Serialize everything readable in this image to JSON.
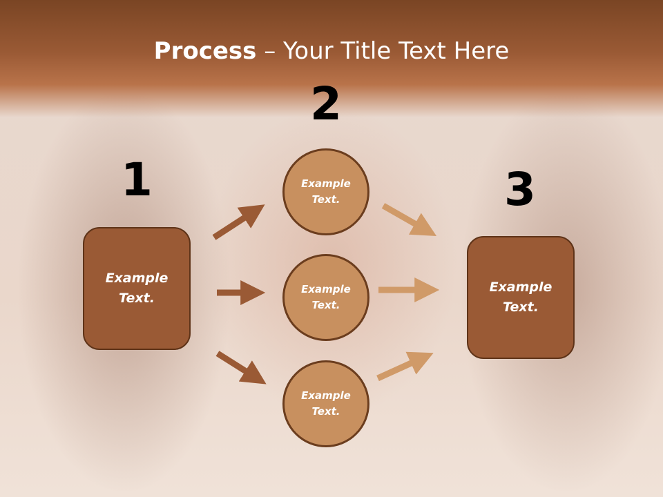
{
  "slide": {
    "title_bold": "Process",
    "title_dash": " – ",
    "title_rest": "Your Title Text Here"
  },
  "steps": {
    "one": {
      "number": "1",
      "label": "Example\nText."
    },
    "two": {
      "number": "2",
      "items": [
        {
          "label": "Example\nText."
        },
        {
          "label": "Example\nText."
        },
        {
          "label": "Example\nText."
        }
      ]
    },
    "three": {
      "number": "3",
      "label": "Example\nText."
    }
  },
  "colors": {
    "arrow_dark": "#9a5a35",
    "arrow_light": "#d09a68"
  }
}
